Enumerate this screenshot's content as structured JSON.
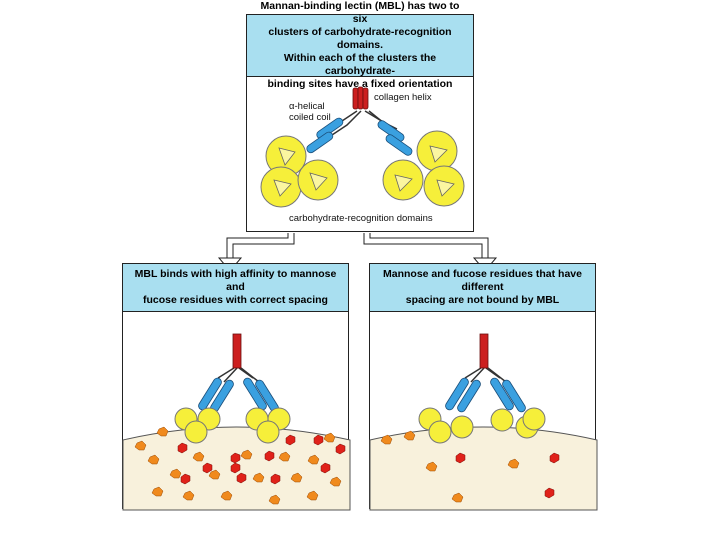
{
  "top": {
    "caption_lines": [
      "Mannan-binding lectin (MBL) has two to six",
      "clusters of carbohydrate-recognition domains.",
      "Within each of the clusters the carbohydrate-",
      "binding sites have a fixed orientation"
    ],
    "labels": {
      "coil_line1": "α-helical",
      "coil_line2": "coiled coil",
      "collagen": "collagen helix",
      "crd": "carbohydrate-recognition domains"
    }
  },
  "left": {
    "caption_lines": [
      "MBL binds with high affinity to mannose and",
      "fucose residues with correct spacing"
    ]
  },
  "right": {
    "caption_lines": [
      "Mannose and fucose residues that have different",
      "spacing are not bound by MBL"
    ]
  },
  "colors": {
    "caption_bg": "#a9dff0",
    "collagen": "#cc1f1f",
    "coil": "#3aa0e0",
    "crd": "#f6ef3a",
    "surface": "#f8f1dc",
    "residue_orange": "#f08a1d",
    "residue_red": "#e0221a"
  }
}
